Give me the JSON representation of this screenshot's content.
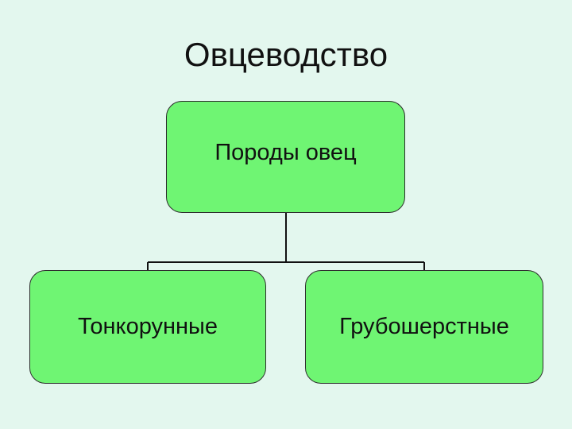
{
  "title": "Овцеводство",
  "root": {
    "label": "Породы овец"
  },
  "children": [
    {
      "label": "Тонкорунные"
    },
    {
      "label": "Грубошерстные"
    }
  ],
  "colors": {
    "background": "#e3f7ee",
    "node_fill": "#6ff573",
    "node_border": "#2d2d2d",
    "connector": "#111111"
  }
}
